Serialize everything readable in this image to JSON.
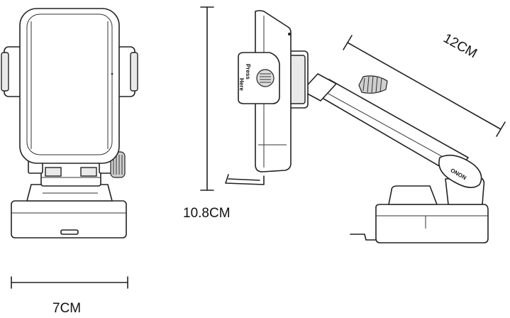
{
  "dimensions": {
    "width_label": "7CM",
    "height_label": "10.8CM",
    "arm_label": "12CM"
  },
  "button_text": {
    "line1": "Press",
    "line2": "Here"
  },
  "knob_text": "ONON"
}
